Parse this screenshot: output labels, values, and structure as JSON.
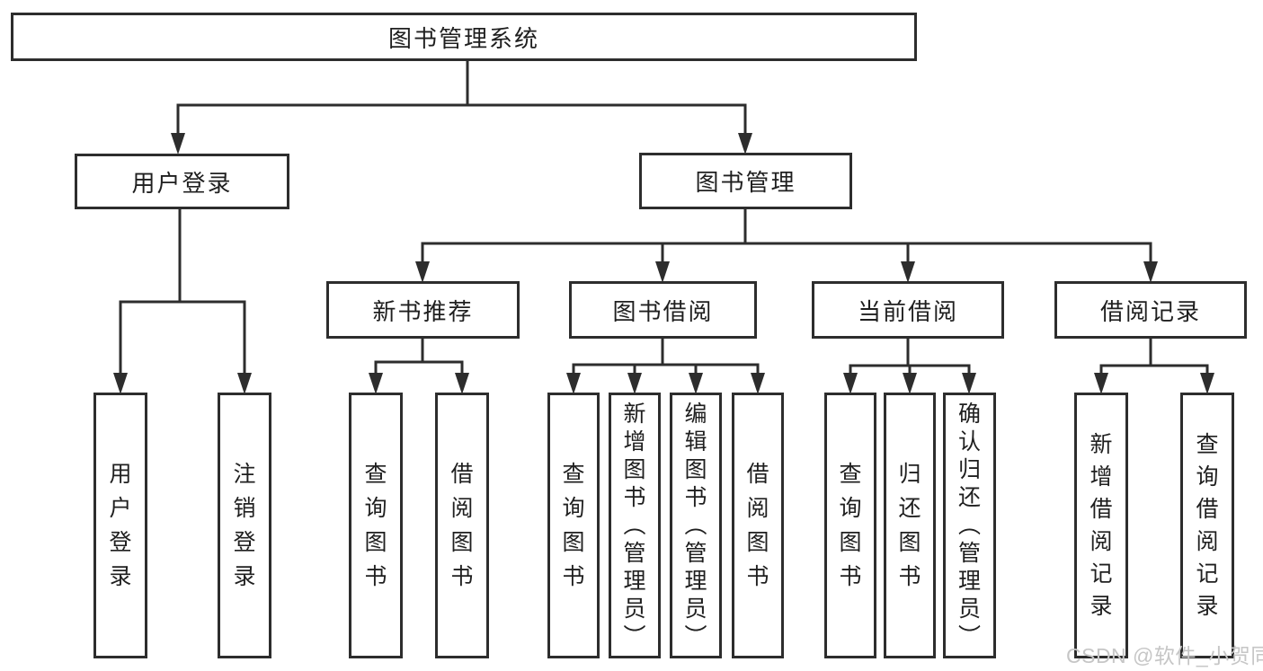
{
  "diagram": {
    "type": "hierarchy-tree",
    "watermark": "CSDN @软件_小贺同学",
    "colors": {
      "line": "#2d2d2d",
      "box_border": "#2d2d2d",
      "box_fill": "#ffffff",
      "text": "#1f1f1f",
      "watermark": "#c6c6c6",
      "background": "#ffffff"
    },
    "nodes": {
      "root": {
        "label": "图书管理系统"
      },
      "user_login": {
        "label": "用户登录"
      },
      "book_management": {
        "label": "图书管理"
      },
      "new_book_recommend": {
        "label": "新书推荐"
      },
      "book_borrowing": {
        "label": "图书借阅"
      },
      "current_borrowing": {
        "label": "当前借阅"
      },
      "borrowing_records": {
        "label": "借阅记录"
      },
      "leaf_user_login": {
        "label": "用户登录"
      },
      "leaf_logout": {
        "label": "注销登录"
      },
      "nr_query_books": {
        "label": "查询图书"
      },
      "nr_borrow_books": {
        "label": "借阅图书"
      },
      "bb_query_books": {
        "label": "查询图书"
      },
      "bb_add_books": {
        "label": "新增图书（管理员）"
      },
      "bb_edit_books": {
        "label": "编辑图书（管理员）"
      },
      "bb_borrow_books": {
        "label": "借阅图书"
      },
      "cb_query_books": {
        "label": "查询图书"
      },
      "cb_return_books": {
        "label": "归还图书"
      },
      "cb_confirm_return": {
        "label": "确认归还（管理员）"
      },
      "br_add_record": {
        "label": "新增借阅记录"
      },
      "br_query_record": {
        "label": "查询借阅记录"
      }
    },
    "edges": [
      {
        "from": "root",
        "to": "user_login"
      },
      {
        "from": "root",
        "to": "book_management"
      },
      {
        "from": "user_login",
        "to": "leaf_user_login"
      },
      {
        "from": "user_login",
        "to": "leaf_logout"
      },
      {
        "from": "book_management",
        "to": "new_book_recommend"
      },
      {
        "from": "book_management",
        "to": "book_borrowing"
      },
      {
        "from": "book_management",
        "to": "current_borrowing"
      },
      {
        "from": "book_management",
        "to": "borrowing_records"
      },
      {
        "from": "new_book_recommend",
        "to": "nr_query_books"
      },
      {
        "from": "new_book_recommend",
        "to": "nr_borrow_books"
      },
      {
        "from": "book_borrowing",
        "to": "bb_query_books"
      },
      {
        "from": "book_borrowing",
        "to": "bb_add_books"
      },
      {
        "from": "book_borrowing",
        "to": "bb_edit_books"
      },
      {
        "from": "book_borrowing",
        "to": "bb_borrow_books"
      },
      {
        "from": "current_borrowing",
        "to": "cb_query_books"
      },
      {
        "from": "current_borrowing",
        "to": "cb_return_books"
      },
      {
        "from": "current_borrowing",
        "to": "cb_confirm_return"
      },
      {
        "from": "borrowing_records",
        "to": "br_add_record"
      },
      {
        "from": "borrowing_records",
        "to": "br_query_record"
      }
    ]
  }
}
